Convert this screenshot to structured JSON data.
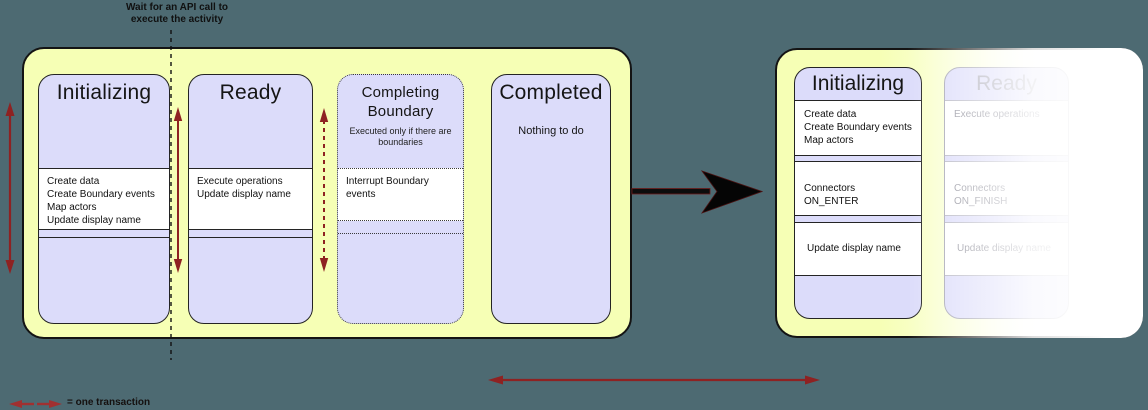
{
  "colors": {
    "background": "#4d6a72",
    "panel_fill": "#f6ffb5",
    "state_fill": "#dcdcfa",
    "arrow_red": "#8e2222",
    "line_black": "#111111"
  },
  "annotations": {
    "wait_api_line1": "Wait for an API call to",
    "wait_api_line2": "execute the activity",
    "legend_text": "= one transaction"
  },
  "left_panel": {
    "states": [
      {
        "title": "Initializing",
        "actions": [
          "Create data",
          "Create Boundary events",
          "Map actors",
          "Update display name"
        ]
      },
      {
        "title": "Ready",
        "actions": [
          "Execute operations",
          "Update display name"
        ]
      },
      {
        "title": "Completing Boundary",
        "subtitle": "Executed only if there are boundaries",
        "actions": [
          "Interrupt Boundary events"
        ]
      },
      {
        "title": "Completed",
        "body": "Nothing to do"
      }
    ]
  },
  "right_panel": {
    "states": [
      {
        "title": "Initializing",
        "sections": [
          [
            "Create data",
            "Create Boundary events",
            "Map actors"
          ],
          [
            "Connectors ON_ENTER"
          ],
          [
            "Update display name"
          ]
        ]
      },
      {
        "title": "Ready",
        "sections": [
          [
            "Execute operations"
          ],
          [
            "Connectors ON_FINISH"
          ],
          [
            "Update display name"
          ]
        ]
      }
    ]
  }
}
